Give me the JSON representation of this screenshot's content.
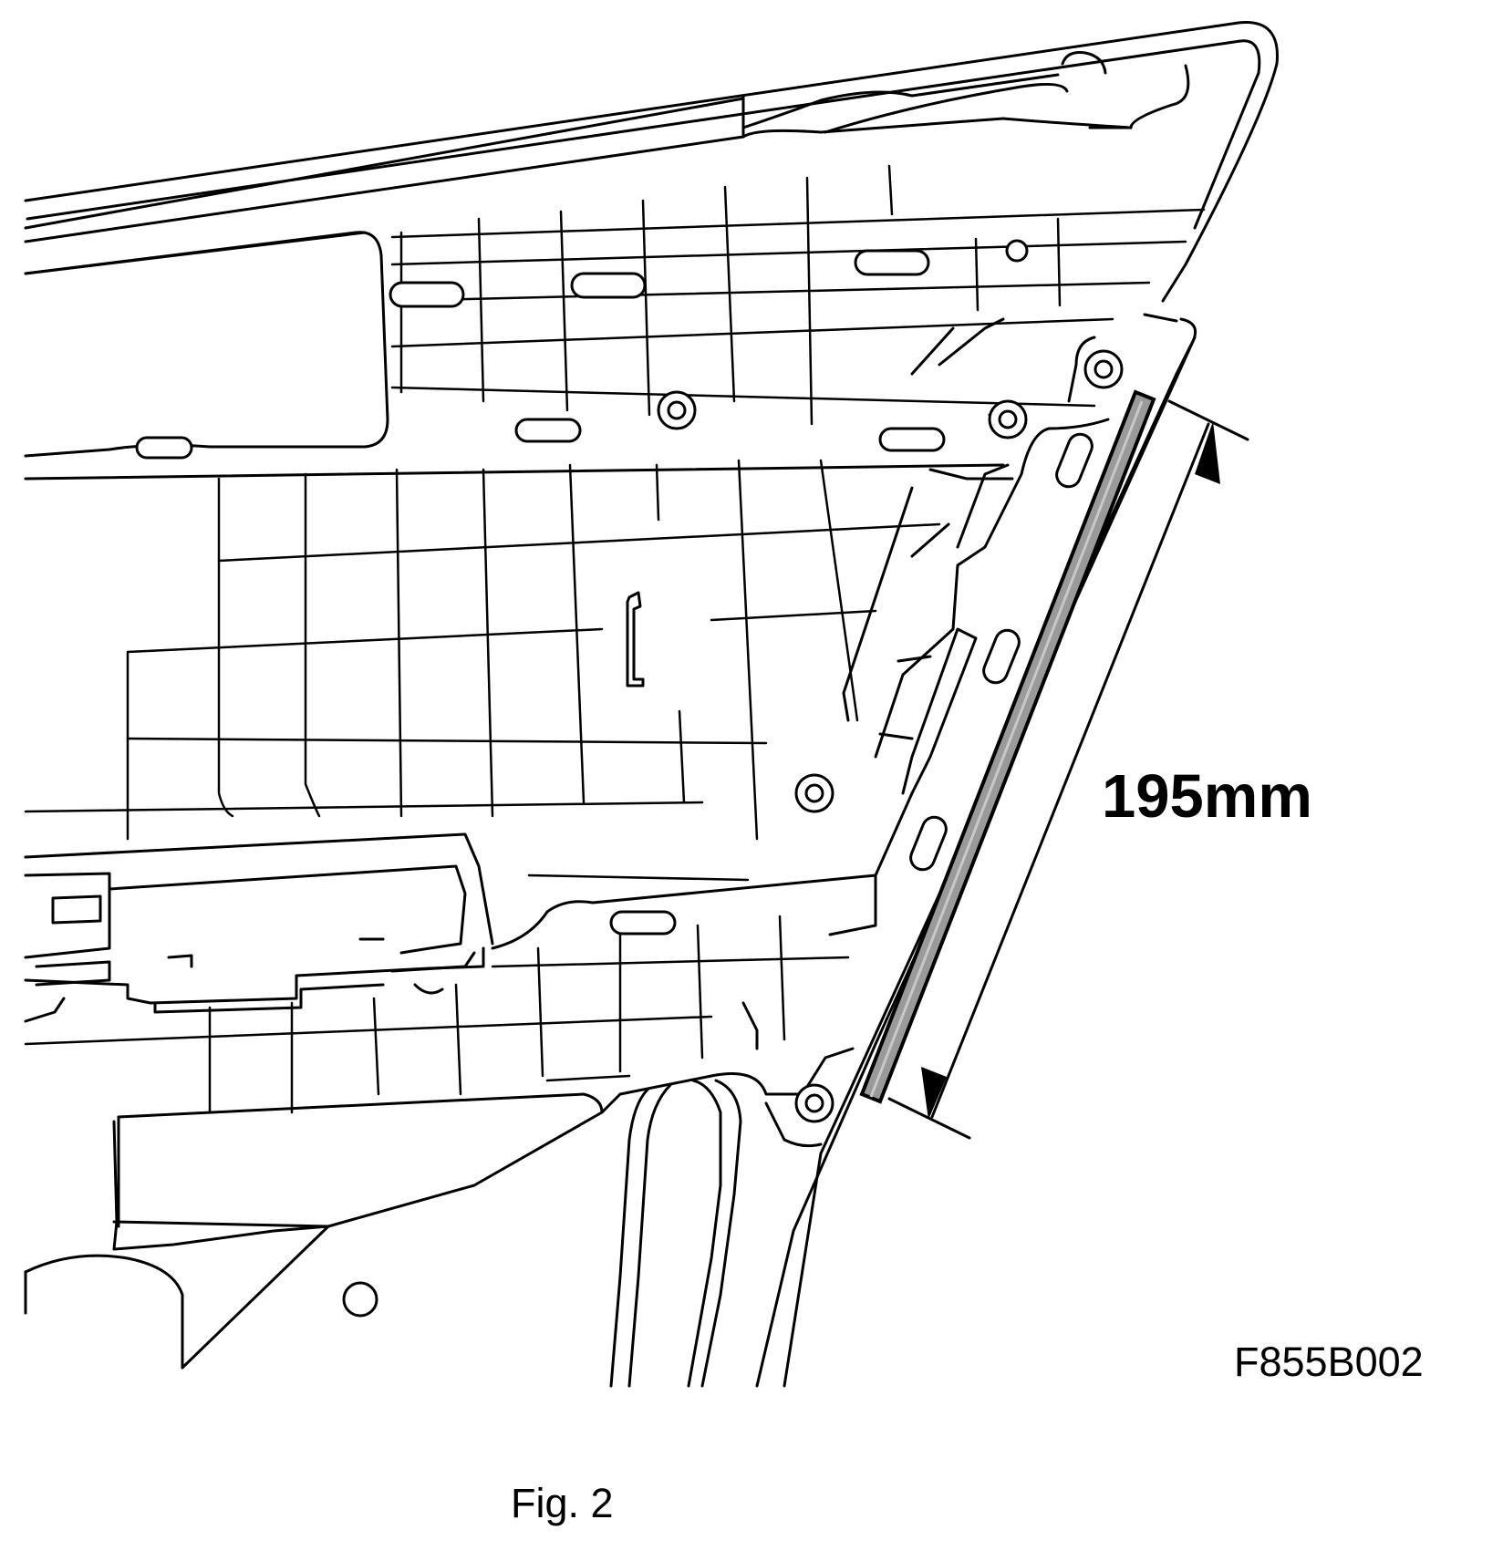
{
  "dimension": {
    "value_label": "195mm"
  },
  "drawing_code": "F855B002",
  "figure_caption": "Fig. 2",
  "colors": {
    "line": "#000000",
    "highlight_strip": "#9a9a9a",
    "background": "#ffffff"
  }
}
